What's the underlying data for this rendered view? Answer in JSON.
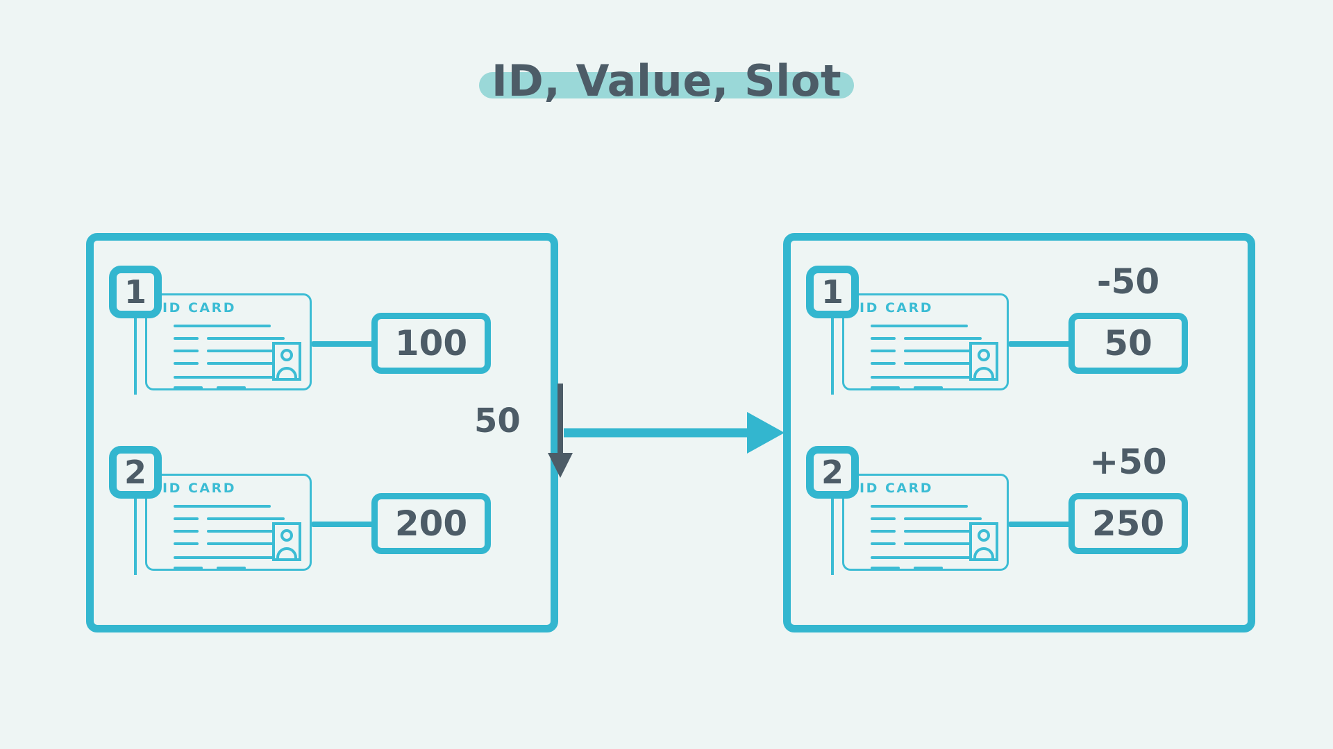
{
  "title": {
    "text": "ID, Value, Slot",
    "highlight_color": "#9ad8d8",
    "text_color": "#4d5c67"
  },
  "colors": {
    "background": "#eef5f4",
    "accent_teal": "#33b6cf",
    "card_teal": "#3bbcd4",
    "slate": "#4d5c67"
  },
  "diagram": {
    "type": "before-after-state-transfer",
    "transfer_amount": "50",
    "arrow_icons": {
      "vertical": "down-arrow-icon",
      "horizontal": "right-arrow-icon"
    },
    "card_label": "ID CARD",
    "panels": [
      {
        "name": "before",
        "rows": [
          {
            "id": "1",
            "value": "100",
            "delta": ""
          },
          {
            "id": "2",
            "value": "200",
            "delta": ""
          }
        ]
      },
      {
        "name": "after",
        "rows": [
          {
            "id": "1",
            "value": "50",
            "delta": "-50"
          },
          {
            "id": "2",
            "value": "250",
            "delta": "+50"
          }
        ]
      }
    ]
  }
}
